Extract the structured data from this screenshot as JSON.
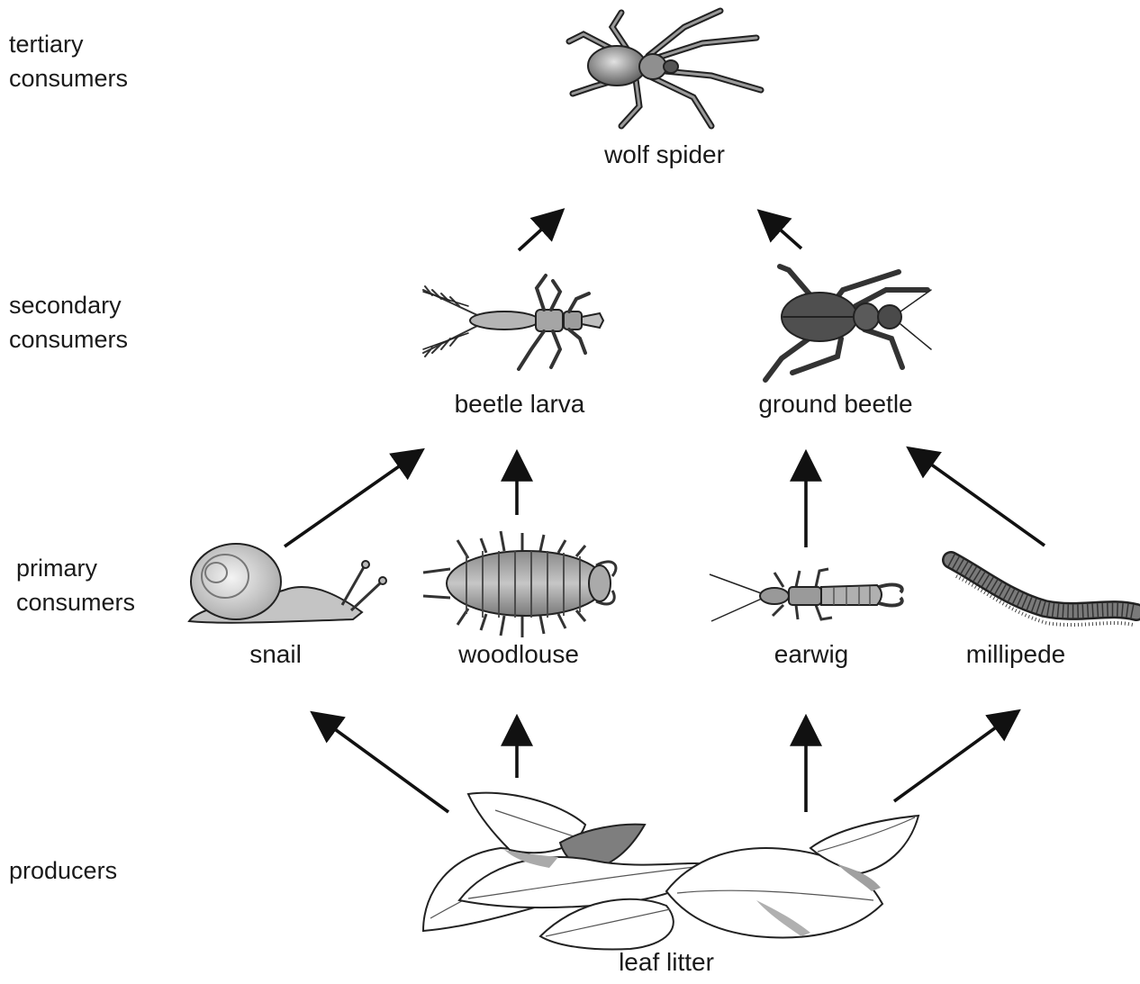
{
  "levels": {
    "tertiary": [
      "tertiary",
      "consumers"
    ],
    "secondary": [
      "secondary",
      "consumers"
    ],
    "primary": [
      "primary",
      "consumers"
    ],
    "producers": [
      "producers"
    ]
  },
  "organisms": {
    "wolf_spider": "wolf spider",
    "beetle_larva": "beetle larva",
    "ground_beetle": "ground beetle",
    "snail": "snail",
    "woodlouse": "woodlouse",
    "earwig": "earwig",
    "millipede": "millipede",
    "leaf_litter": "leaf litter"
  },
  "feeding_links": [
    {
      "from": "leaf litter",
      "to": "snail"
    },
    {
      "from": "leaf litter",
      "to": "woodlouse"
    },
    {
      "from": "leaf litter",
      "to": "earwig"
    },
    {
      "from": "leaf litter",
      "to": "millipede"
    },
    {
      "from": "snail",
      "to": "beetle larva"
    },
    {
      "from": "woodlouse",
      "to": "beetle larva"
    },
    {
      "from": "earwig",
      "to": "ground beetle"
    },
    {
      "from": "millipede",
      "to": "ground beetle"
    },
    {
      "from": "beetle larva",
      "to": "wolf spider"
    },
    {
      "from": "ground beetle",
      "to": "wolf spider"
    }
  ]
}
